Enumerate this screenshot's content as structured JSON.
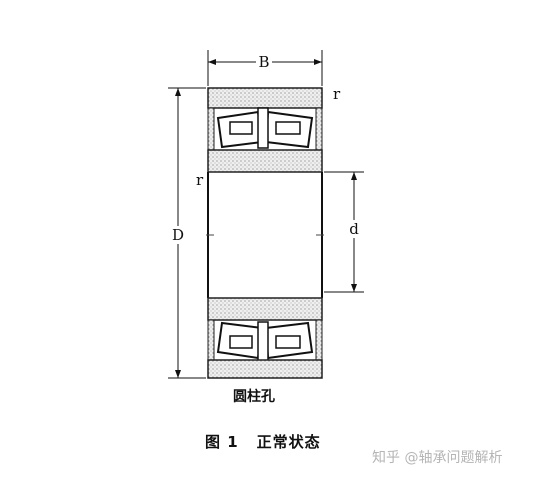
{
  "diagram": {
    "labels": {
      "width": "B",
      "outer_diameter": "D",
      "bore": "d",
      "fillet_top": "r",
      "fillet_inner": "r"
    },
    "bore_type": "圆柱孔"
  },
  "caption": {
    "figure_number": "图 1",
    "figure_title": "正常状态"
  },
  "watermark": "知乎 @轴承问题解析"
}
